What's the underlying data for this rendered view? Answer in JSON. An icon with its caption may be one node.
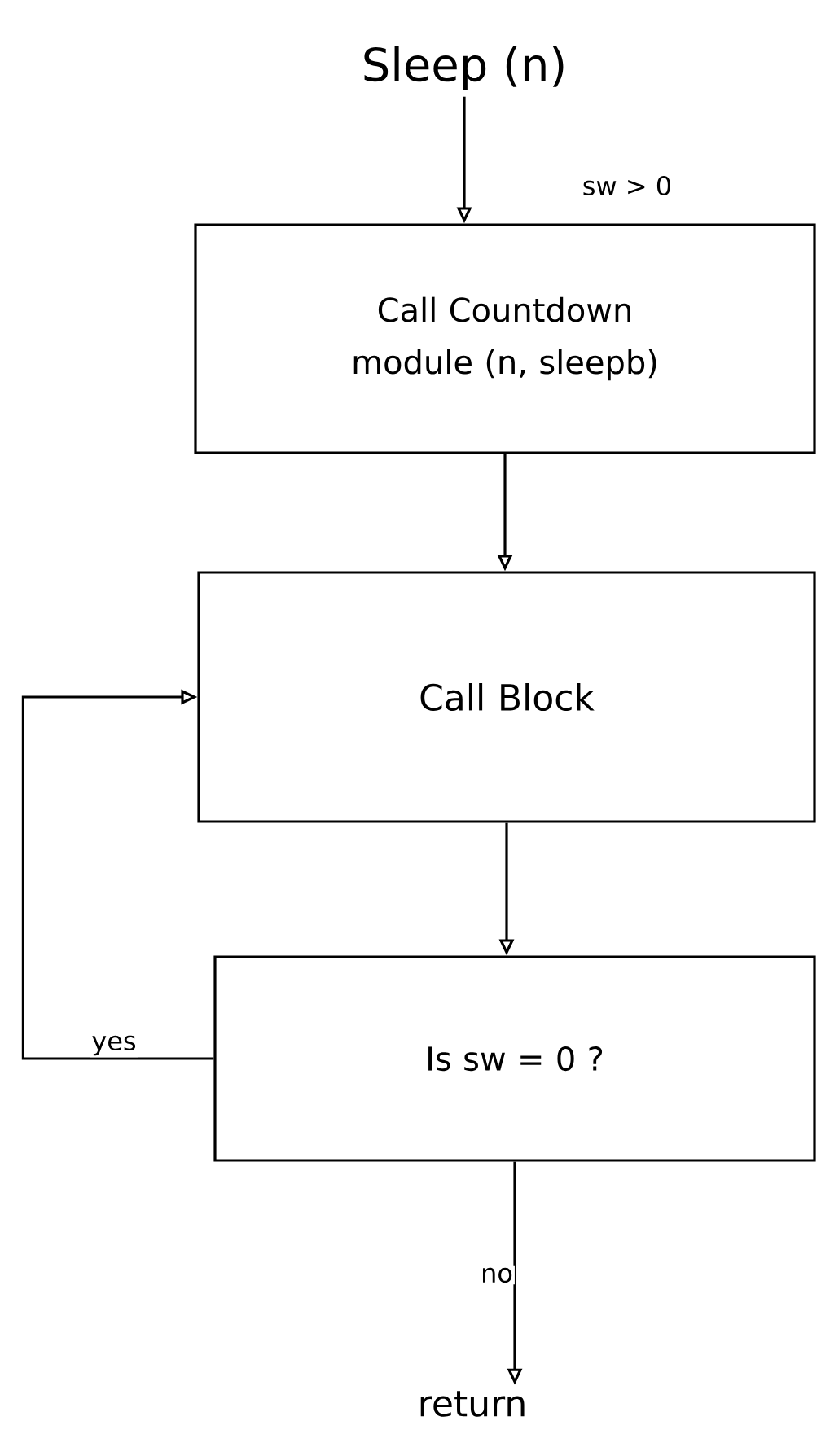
{
  "diagram": {
    "nodes": [
      {
        "text": [
          "Sleep (n)"
        ]
      },
      {
        "text": [
          "Call Countdown module (n, sleepb)"
        ]
      },
      {
        "text": [
          "Call Block"
        ]
      },
      {
        "text": [
          "Is sw = 0 ?"
        ]
      },
      {
        "text": [
          "return"
        ]
      }
    ],
    "edges": [
      {
        "from": 0,
        "to": 1,
        "arrow": "to",
        "label": "sw > 0"
      },
      {
        "from": 1,
        "to": 2,
        "arrow": "to"
      },
      {
        "from": 2,
        "to": 3,
        "arrow": "to"
      },
      {
        "from": 3,
        "to": 2,
        "arrow": "to",
        "label": "yes"
      },
      {
        "from": 3,
        "to": 4,
        "arrow": "to",
        "label": "no"
      }
    ]
  }
}
